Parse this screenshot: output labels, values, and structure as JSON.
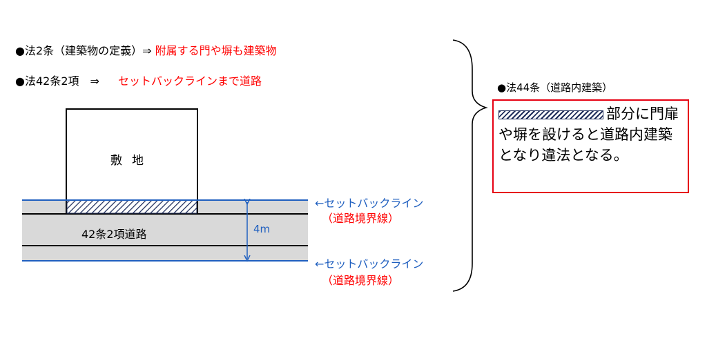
{
  "header": {
    "line1_prefix": "●法2条（建築物の定義）⇒",
    "line1_highlight": "附属する門や塀も建築物",
    "line2_prefix": "●法42条2項　⇒",
    "line2_highlight": "セットバックラインまで道路"
  },
  "diagram": {
    "lot_label": "敷地",
    "road_label": "42条2項道路",
    "width_label": "4m",
    "setback_top": "←セットバックライン",
    "boundary_top": "（道路境界線）",
    "setback_bottom": "←セットバックライン",
    "boundary_bottom": "（道路境界線）"
  },
  "note": {
    "title": "●法44条（道路内建築）",
    "body": "部分に門扉や塀を設けると道路内建築となり違法となる。"
  },
  "colors": {
    "highlight_red": "#ff0000",
    "setback_blue": "#1f5fbf",
    "road_gray": "#d9d9d9",
    "box_border": "#e60012",
    "hatch_navy": "#1f2d5a"
  }
}
